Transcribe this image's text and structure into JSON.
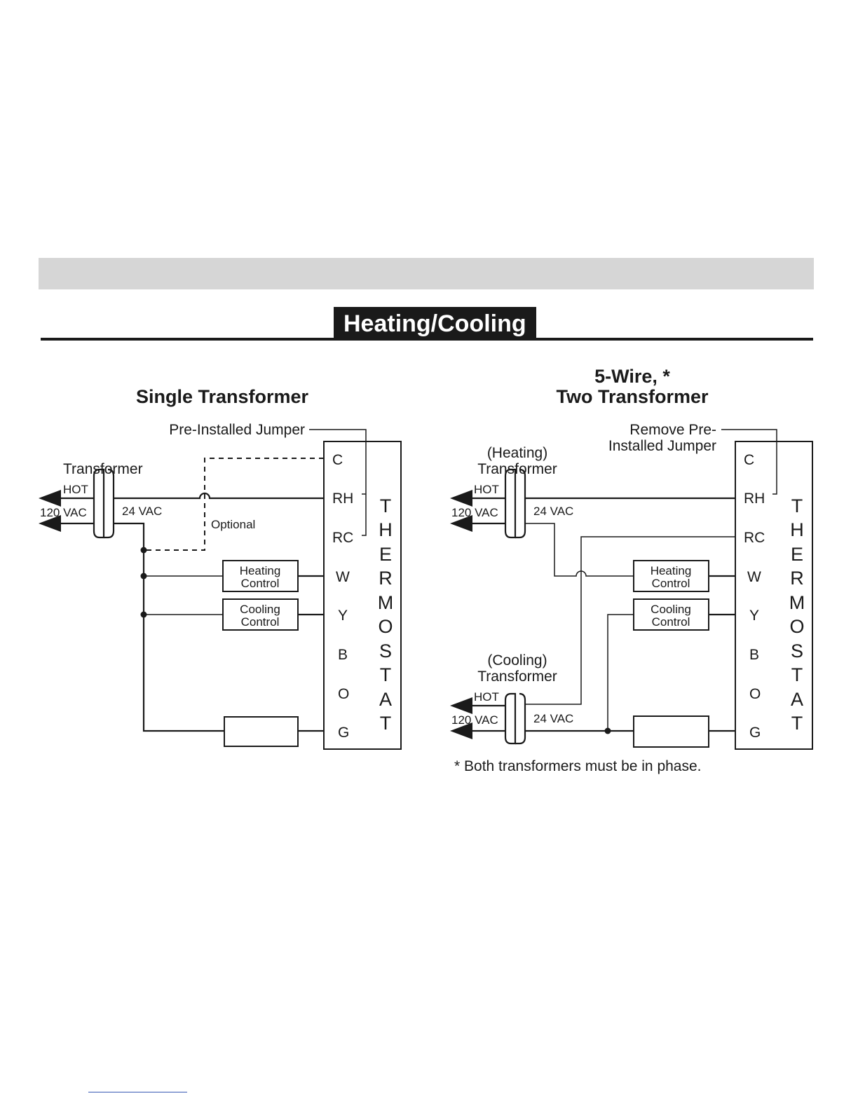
{
  "section_title": "Heating/Cooling",
  "left": {
    "title": "Single Transformer",
    "jumper_label": "Pre-Installed Jumper",
    "transformer_label": "Transformer",
    "hot_label": "HOT",
    "vac_in_label": "120 VAC",
    "vac_out_label": "24 VAC",
    "optional_label": "Optional",
    "heating_control": [
      "Heating",
      "Control"
    ],
    "cooling_control": [
      "Cooling",
      "Control"
    ],
    "terminals": [
      "C",
      "RH",
      "RC",
      "W",
      "Y",
      "B",
      "O",
      "G"
    ],
    "thermostat_letters": [
      "T",
      "H",
      "E",
      "R",
      "M",
      "O",
      "S",
      "T",
      "A",
      "T"
    ]
  },
  "right": {
    "title_line1": "5-Wire, *",
    "title_line2": "Two Transformer",
    "jumper_label_line1": "Remove Pre-",
    "jumper_label_line2": "Installed Jumper",
    "heating_transformer_line1": "(Heating)",
    "heating_transformer_line2": "Transformer",
    "cooling_transformer_line1": "(Cooling)",
    "cooling_transformer_line2": "Transformer",
    "hot_label": "HOT",
    "vac_in_label": "120 VAC",
    "vac_out_label": "24 VAC",
    "heating_control": [
      "Heating",
      "Control"
    ],
    "cooling_control": [
      "Cooling",
      "Control"
    ],
    "terminals": [
      "C",
      "RH",
      "RC",
      "W",
      "Y",
      "B",
      "O",
      "G"
    ],
    "thermostat_letters": [
      "T",
      "H",
      "E",
      "R",
      "M",
      "O",
      "S",
      "T",
      "A",
      "T"
    ],
    "footnote": "*  Both transformers must be in phase."
  }
}
